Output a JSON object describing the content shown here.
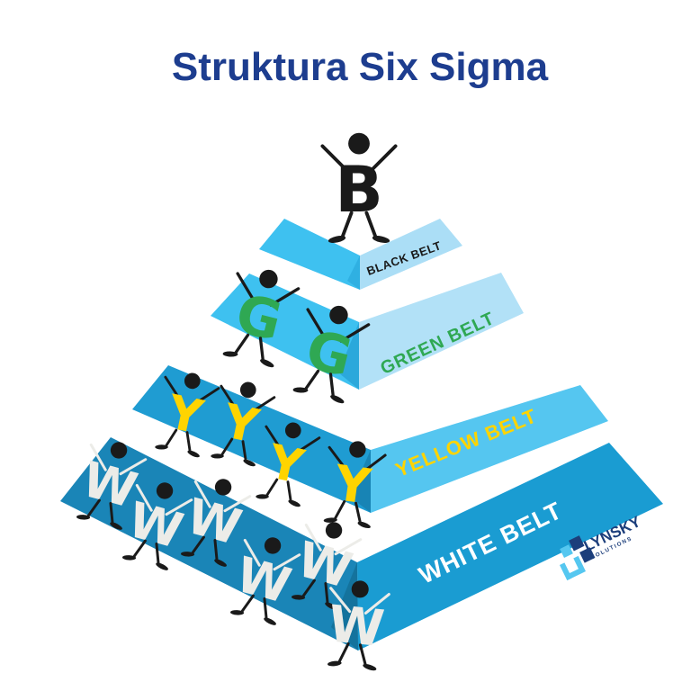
{
  "title": "Struktura Six Sigma",
  "title_color": "#1D3D8F",
  "background_color": "#FFFFFF",
  "levels": [
    {
      "name": "Black Belt",
      "label": "BLACK BELT",
      "figure_letter": "B",
      "figure_count": 1,
      "label_color": "#1A1A1A",
      "letter_color": "#1A1A1A",
      "left_color": "#3EC1F0",
      "right_color": "#ABDEF6",
      "edge_color": "#2FB0E2"
    },
    {
      "name": "Green Belt",
      "label": "GREEN BELT",
      "figure_letter": "G",
      "figure_count": 2,
      "label_color": "#2FA853",
      "letter_color": "#2FA853",
      "left_color": "#3EC1F0",
      "right_color": "#B2E1F7",
      "edge_color": "#2BA8DB"
    },
    {
      "name": "Yellow Belt",
      "label": "YELLOW BELT",
      "figure_letter": "Y",
      "figure_count": 4,
      "label_color": "#FFD400",
      "letter_color": "#FFD400",
      "left_color": "#1F9CD2",
      "right_color": "#55C6F0",
      "edge_color": "#1884B5"
    },
    {
      "name": "White Belt",
      "label": "WHITE BELT",
      "figure_letter": "W",
      "figure_count": 6,
      "label_color": "#FFFFFF",
      "letter_color": "#ECECE8",
      "left_color": "#1A85B7",
      "right_color": "#1A9CD2",
      "edge_color": "#14739D"
    }
  ],
  "logo": {
    "name": "LYNSKY",
    "tagline": "SOLUTIONS",
    "navy": "#1C3E7B",
    "light_blue": "#55C7F0"
  }
}
